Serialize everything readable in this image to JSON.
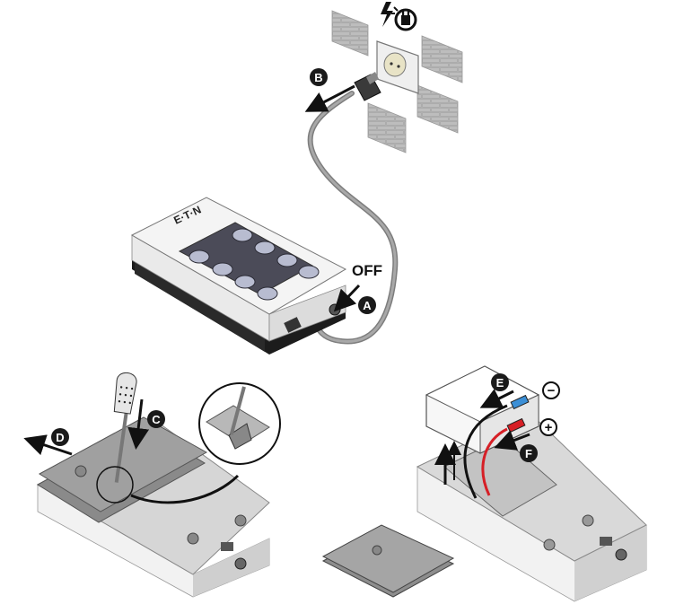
{
  "labels": {
    "step_a": "A",
    "step_b": "B",
    "step_c": "C",
    "step_d": "D",
    "step_e": "E",
    "step_f": "F",
    "off_text": "OFF",
    "minus": "−",
    "plus": "+",
    "brand": "E·T·N"
  },
  "colors": {
    "marker_fill": "#1a1a1a",
    "marker_text": "#ffffff",
    "device_light": "#f2f2f2",
    "device_mid": "#d9d9d9",
    "device_dark": "#1c1c1c",
    "cable": "#8a8a8a",
    "wire_red": "#d61f26",
    "wire_black": "#111111",
    "brick": "#b5b5b5"
  },
  "icons": [
    "unplug-icon",
    "wall-outlet-icon",
    "screwdriver-icon",
    "battery-icon"
  ]
}
